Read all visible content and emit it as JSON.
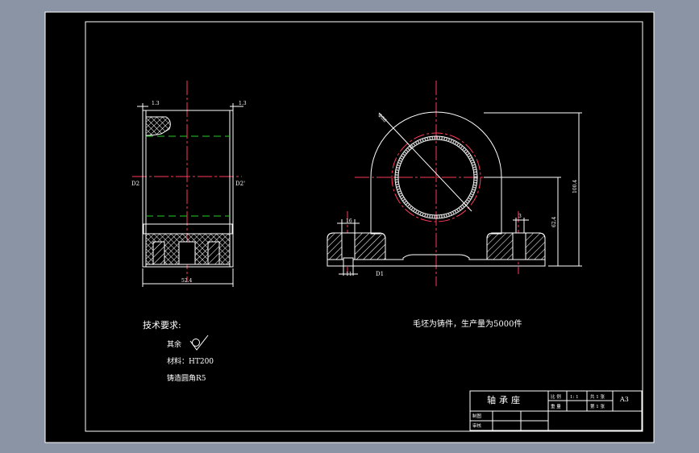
{
  "colors": {
    "background": "#8a94a5",
    "sheet": "#000000",
    "outline": "#ffffff",
    "centerline": "#ff3a5a",
    "hidden": "#1fd21f"
  },
  "left_view": {
    "top_dim_left": "1.3",
    "top_dim_right": "1.3",
    "label_d2": "D2",
    "label_d2_prime": "D2'",
    "bottom_dim": "52.4"
  },
  "front_view": {
    "dim_diameter": "Φ88",
    "dim_overall_height": "100.4",
    "dim_center_height": "62.4",
    "dim_slot": "3",
    "dim_left_top": "16",
    "dim_left_bottom": "11",
    "label_d1": "D1"
  },
  "notes": {
    "heading": "技术要求:",
    "rough_label": "其余",
    "material": "材料：HT200",
    "fillet": "铸造圆角R5",
    "production": "毛坯为铸件，生产量为5000件"
  },
  "title_block": {
    "part_name": "轴承座",
    "scale_label": "比 例",
    "scale_value": "1: 1",
    "sheets_label": "共 1 张",
    "sheet_no_label": "第 1 张",
    "size": "A3",
    "weight_label": "重 量",
    "drawn_label": "制图",
    "checked_label": "审核"
  }
}
